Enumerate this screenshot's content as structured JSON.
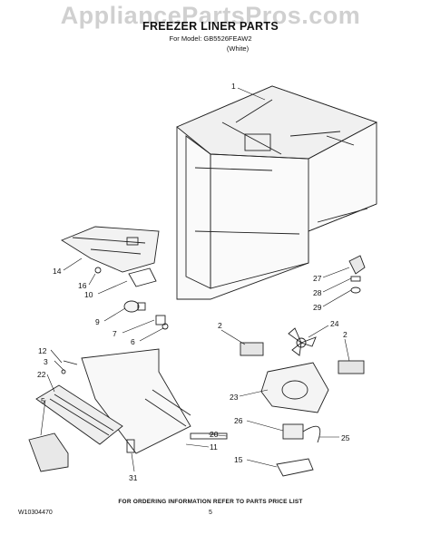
{
  "watermark": "AppliancePartsPros.com",
  "title": "FREEZER LINER PARTS",
  "model_line": "For Model: GB5526FEAW2",
  "color_line": "(White)",
  "footer_note": "FOR ORDERING INFORMATION REFER TO PARTS PRICE LIST",
  "doc_number": "W10304470",
  "page_number": "5",
  "callouts": {
    "c1": "1",
    "c2a": "2",
    "c2b": "2",
    "c3": "3",
    "c5": "5",
    "c6": "6",
    "c7": "7",
    "c9": "9",
    "c10": "10",
    "c11": "11",
    "c12": "12",
    "c14": "14",
    "c15": "15",
    "c16": "16",
    "c20": "20",
    "c22": "22",
    "c23": "23",
    "c24": "24",
    "c25": "25",
    "c26": "26",
    "c27": "27",
    "c28": "28",
    "c29": "29",
    "c31": "31"
  }
}
